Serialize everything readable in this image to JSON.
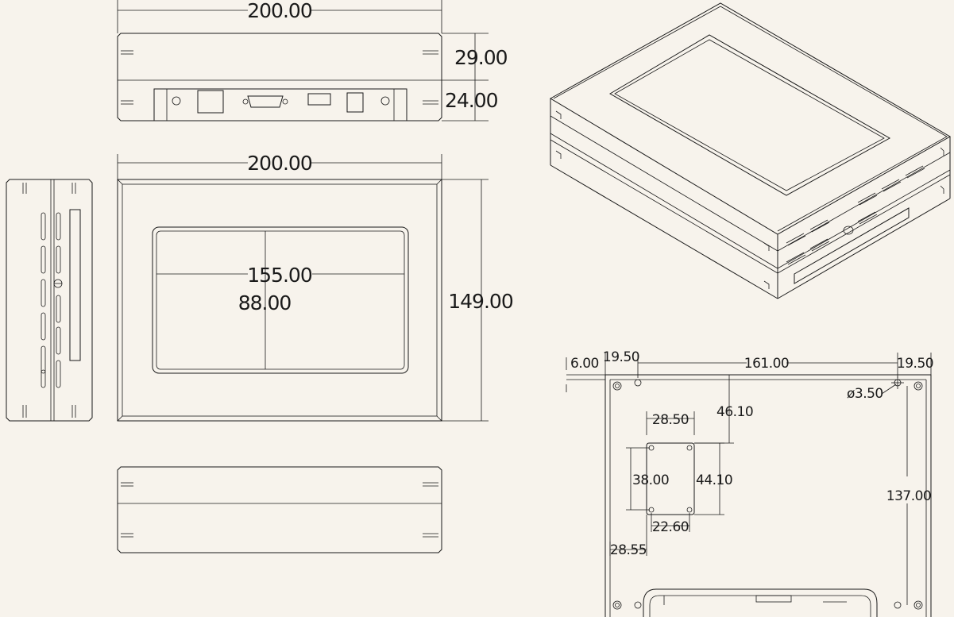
{
  "views": {
    "top": {
      "width_label": "200.00",
      "height_upper_label": "29.00",
      "height_lower_label": "24.00"
    },
    "front": {
      "width_label": "200.00",
      "height_label": "149.00",
      "screen_width_label": "155.00",
      "screen_height_label": "88.00"
    },
    "bottom": {
      "left_edge_label": "6.00",
      "left_hole_label": "19.50",
      "span_label": "161.00",
      "right_hole_label": "19.50",
      "hole_dia_label": "ø3.50",
      "offset_label": "46.10",
      "plate_w_label": "28.50",
      "plate_h_label": "38.00",
      "plate_h2_label": "44.10",
      "plate_hole_w_label": "22.60",
      "plate_left_label": "28.55",
      "depth_label": "137.00"
    }
  },
  "colors": {
    "background": "#f7f3ec",
    "line": "#1a1a1a"
  }
}
